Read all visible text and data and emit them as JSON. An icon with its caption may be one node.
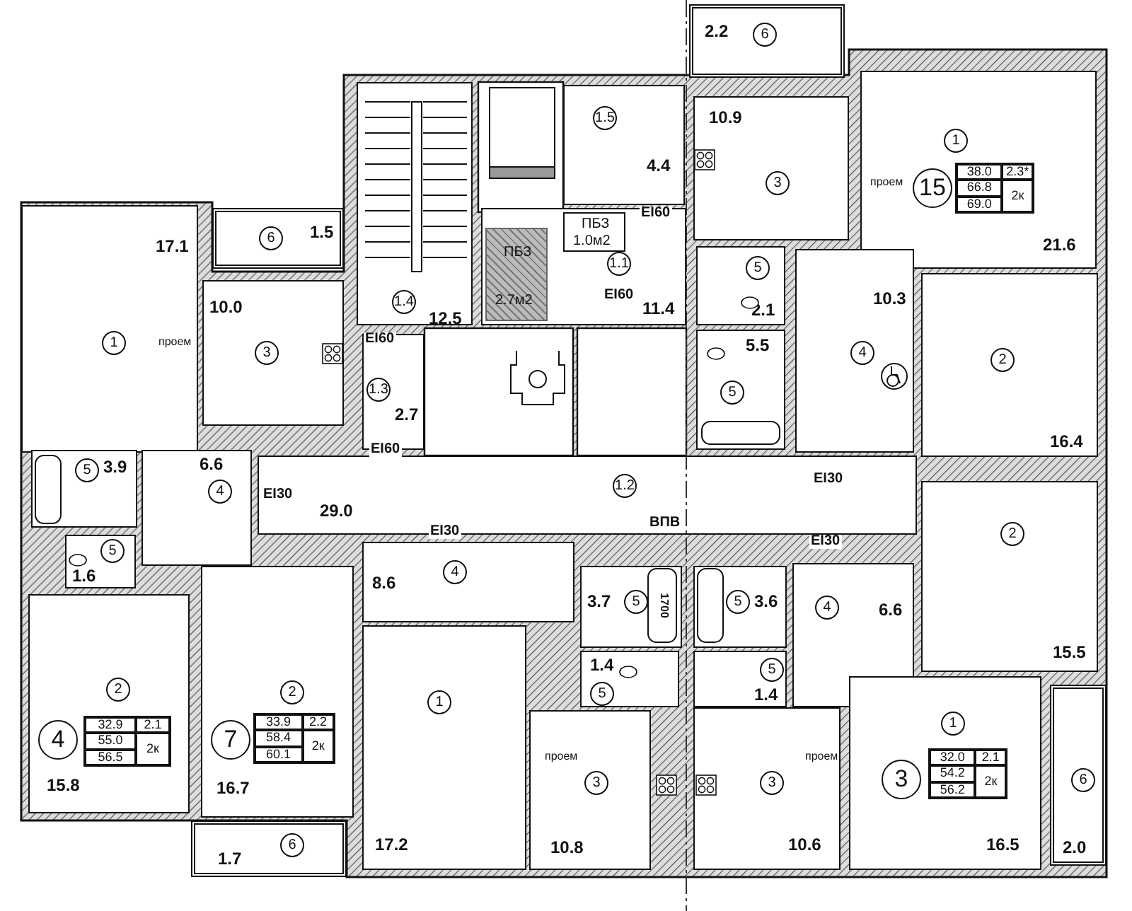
{
  "diagram": {
    "nodes": [
      {
        "text": [
          "2.2",
          "6"
        ]
      },
      {
        "text": [
          "1.4",
          "12.5"
        ]
      },
      {
        "text": [
          "1.5",
          "4.4"
        ]
      },
      {
        "text": [
          "10.9",
          "3"
        ]
      },
      {
        "text": [
          "1",
          "проем",
          "21.6"
        ]
      },
      {
        "text": [
          "15"
        ],
        "in": 4
      },
      {
        "text": [
          "38.0",
          "2.3*",
          "66.8",
          "2к",
          "69.0"
        ],
        "in": 4
      },
      {
        "text": [
          "17.1",
          "1",
          "проем"
        ]
      },
      {
        "text": [
          "6",
          "1.5"
        ]
      },
      {
        "text": [
          "10.0",
          "3"
        ]
      },
      {
        "text": [
          "1.1",
          "11.4"
        ]
      },
      {
        "text": [
          "ПБЗ",
          "1.0м2"
        ],
        "in": 10
      },
      {
        "text": [
          "ПБЗ",
          "2.7м2"
        ],
        "in": 10
      },
      {
        "text": [
          "5",
          "2.1"
        ]
      },
      {
        "text": [
          "10.3",
          "4"
        ]
      },
      {
        "text": [
          "2",
          "16.4"
        ]
      },
      {
        "text": [
          "5.5",
          "5"
        ]
      },
      {
        "text": [
          "1.3",
          "2.7"
        ]
      },
      {
        "text": [
          "1.2",
          "29.0"
        ]
      },
      {
        "text": [
          "5",
          "3.9"
        ]
      },
      {
        "text": [
          "6.6",
          "4"
        ]
      },
      {
        "text": [
          "5",
          "1.6"
        ]
      },
      {
        "text": [
          "2",
          "15.5"
        ]
      },
      {
        "text": [
          "4",
          "8.6"
        ]
      },
      {
        "text": [
          "3.7",
          "5"
        ]
      },
      {
        "text": [
          "5",
          "3.6"
        ]
      },
      {
        "text": [
          "4",
          "6.6"
        ]
      },
      {
        "text": [
          "2",
          "15.8"
        ]
      },
      {
        "text": [
          "4"
        ],
        "in": 27
      },
      {
        "text": [
          "32.9",
          "2.1",
          "55.0",
          "2к",
          "56.5"
        ],
        "in": 27
      },
      {
        "text": [
          "2",
          "16.7"
        ]
      },
      {
        "text": [
          "7"
        ],
        "in": 30
      },
      {
        "text": [
          "33.9",
          "2.2",
          "58.4",
          "2к",
          "60.1"
        ],
        "in": 30
      },
      {
        "text": [
          "1",
          "17.2"
        ]
      },
      {
        "text": [
          "1.4",
          "5"
        ]
      },
      {
        "text": [
          "5",
          "1.4"
        ]
      },
      {
        "text": [
          "1",
          "16.5"
        ]
      },
      {
        "text": [
          "3"
        ],
        "in": 36
      },
      {
        "text": [
          "32.0",
          "2.1",
          "54.2",
          "2к",
          "56.2"
        ],
        "in": 36
      },
      {
        "text": [
          "проем",
          "3",
          "10.8"
        ]
      },
      {
        "text": [
          "проем",
          "3",
          "10.6"
        ]
      },
      {
        "text": [
          "6",
          "2.0"
        ]
      },
      {
        "text": [
          "6",
          "1.7"
        ]
      }
    ],
    "labels": [
      "EI60",
      "EI60",
      "EI60",
      "EI60",
      "EI30",
      "EI30",
      "ВПВ",
      "EI30",
      "EI30",
      "1700"
    ]
  }
}
